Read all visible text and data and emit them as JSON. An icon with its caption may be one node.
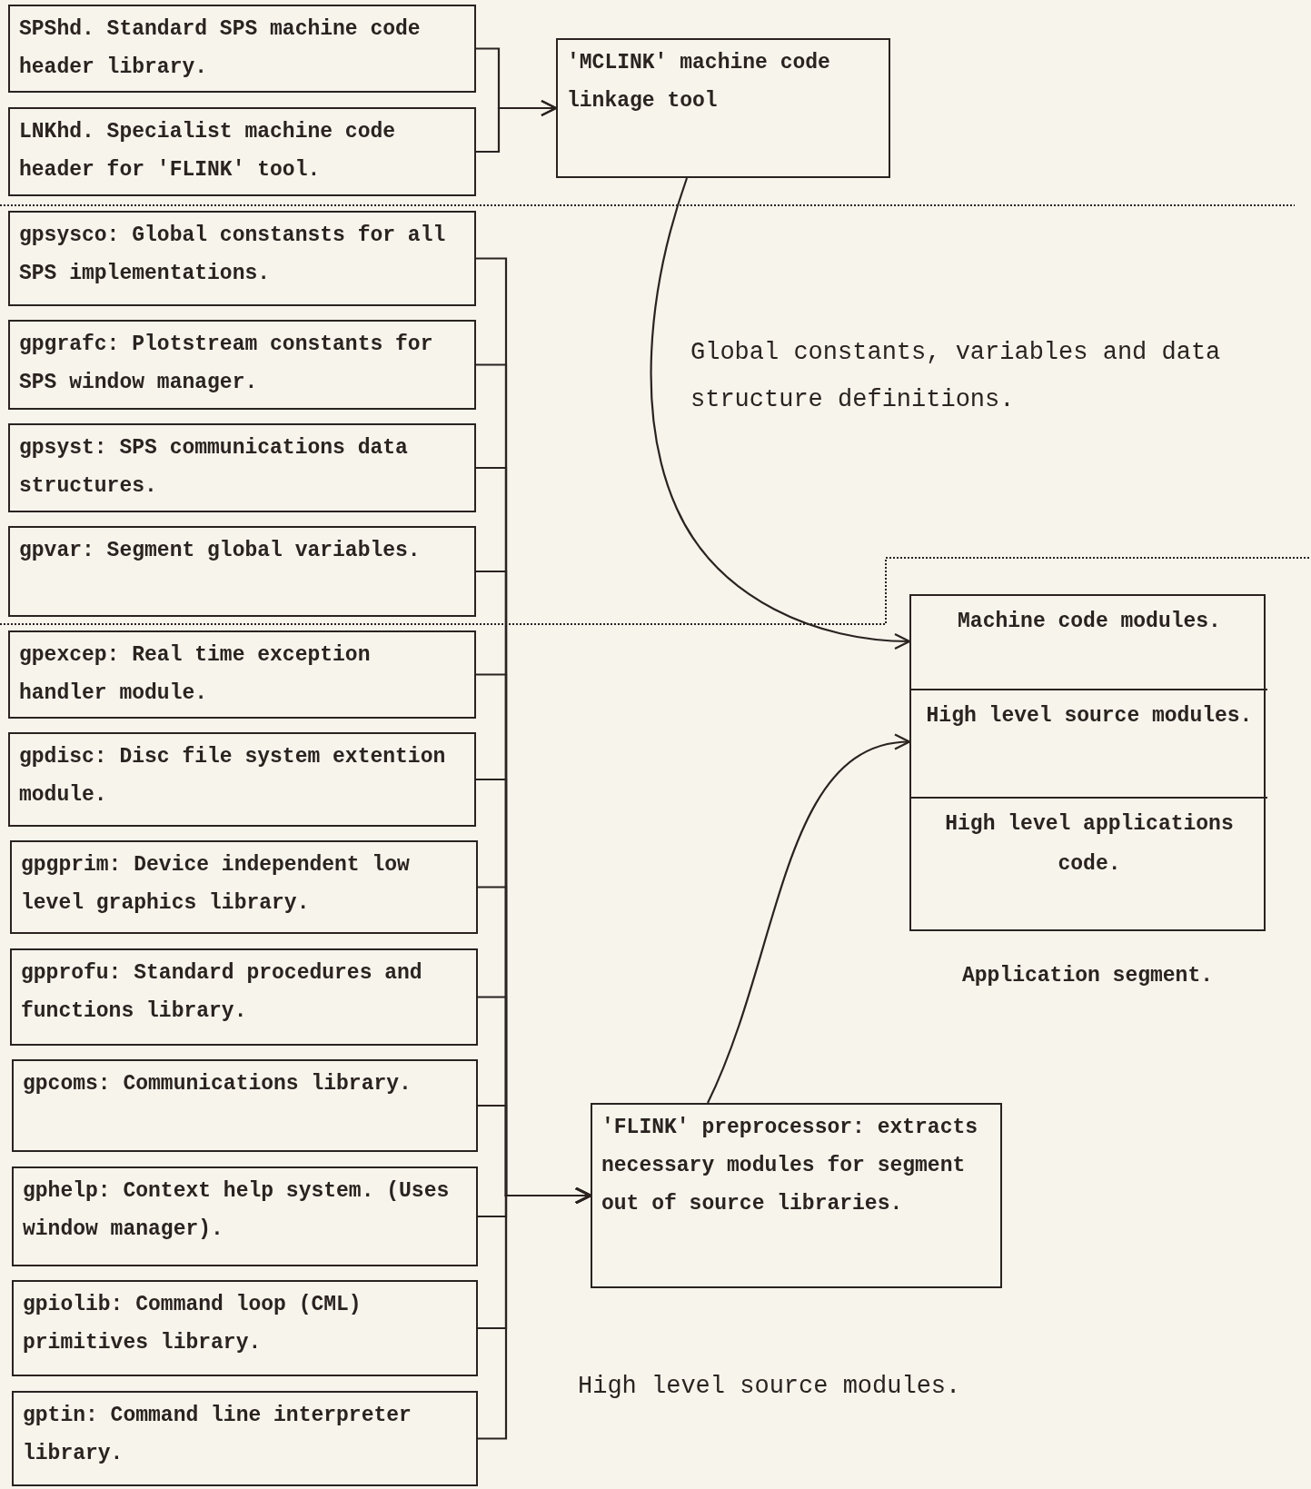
{
  "diagram": {
    "nodes": [
      {
        "text": [
          "SPShd. Standard SPS machine code header library."
        ]
      },
      {
        "text": [
          "LNKhd. Specialist machine code header for 'FLINK' tool."
        ]
      },
      {
        "text": [
          "'MCLINK' machine code linkage tool"
        ]
      },
      {
        "text": [
          "gpsysco: Global constansts for all SPS implementations."
        ]
      },
      {
        "text": [
          "gpgrafc: Plotstream constants for SPS window manager."
        ]
      },
      {
        "text": [
          "gpsyst: SPS communications data structures."
        ]
      },
      {
        "text": [
          "gpvar: Segment global variables."
        ]
      },
      {
        "text": [
          "gpexcep: Real time exception handler module."
        ]
      },
      {
        "text": [
          "gpdisc: Disc file system extention module."
        ]
      },
      {
        "text": [
          "gpgprim: Device independent low level graphics library."
        ]
      },
      {
        "text": [
          "gpprofu: Standard procedures and functions library."
        ]
      },
      {
        "text": [
          "gpcoms: Communications library."
        ]
      },
      {
        "text": [
          "gphelp: Context help system. (Uses window manager)."
        ]
      },
      {
        "text": [
          "gpiolib: Command loop (CML) primitives library."
        ]
      },
      {
        "text": [
          "gptin: Command line interpreter library."
        ]
      },
      {
        "text": [
          "'FLINK' preprocessor: extracts necessary modules for segment out of source libraries."
        ]
      },
      {
        "text": [
          "Application segment."
        ]
      },
      {
        "text": [
          "Machine code modules."
        ],
        "in": 16
      },
      {
        "text": [
          "High level source modules."
        ],
        "in": 16
      },
      {
        "text": [
          "High level applications code."
        ],
        "in": 16
      }
    ],
    "edges": [
      {
        "from": 0,
        "to": 2,
        "arrow": "to"
      },
      {
        "from": 1,
        "to": 2,
        "arrow": "to"
      },
      {
        "from": 3,
        "to": 15,
        "arrow": "to"
      },
      {
        "from": 4,
        "to": 15,
        "arrow": "to"
      },
      {
        "from": 5,
        "to": 15,
        "arrow": "to"
      },
      {
        "from": 6,
        "to": 15,
        "arrow": "to"
      },
      {
        "from": 7,
        "to": 15,
        "arrow": "to"
      },
      {
        "from": 8,
        "to": 15,
        "arrow": "to"
      },
      {
        "from": 9,
        "to": 15,
        "arrow": "to"
      },
      {
        "from": 10,
        "to": 15,
        "arrow": "to"
      },
      {
        "from": 11,
        "to": 15,
        "arrow": "to"
      },
      {
        "from": 12,
        "to": 15,
        "arrow": "to"
      },
      {
        "from": 13,
        "to": 15,
        "arrow": "to"
      },
      {
        "from": 14,
        "to": 15,
        "arrow": "to"
      },
      {
        "from": 2,
        "to": 17,
        "arrow": "to"
      },
      {
        "from": 15,
        "to": 18,
        "arrow": "to"
      }
    ],
    "labels": [
      "Global constants, variables and data structure definitions.",
      "High level source modules."
    ]
  }
}
